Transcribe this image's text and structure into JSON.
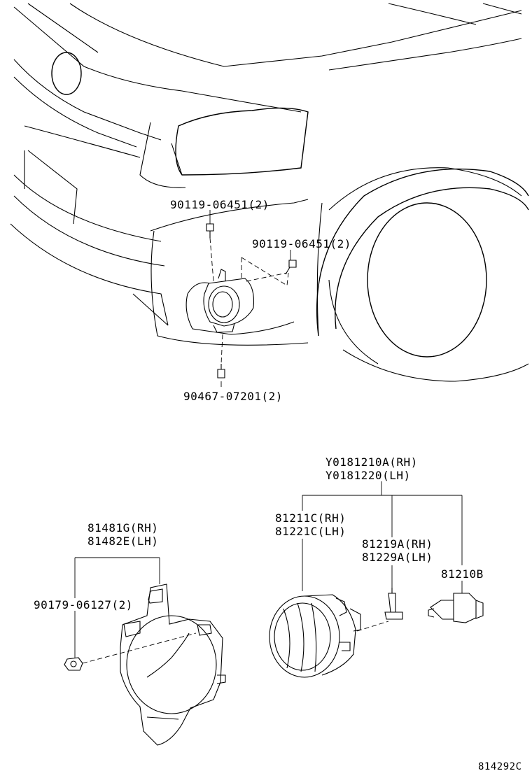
{
  "labels": {
    "bolt_upper_left": "90119-06451(2)",
    "bolt_upper_right": "90119-06451(2)",
    "screw_lower": "90467-07201(2)",
    "assy_rh": "Y0181210A(RH)",
    "assy_lh": "Y0181220(LH)",
    "cover_rh": "81481G(RH)",
    "cover_lh": "81482E(LH)",
    "nut": "90179-06127(2)",
    "lens_rh": "81211C(RH)",
    "lens_lh": "81221C(LH)",
    "socket_rh": "81219A(RH)",
    "socket_lh": "81229A(LH)",
    "bulb": "81210B",
    "figure_id": "814292C"
  }
}
